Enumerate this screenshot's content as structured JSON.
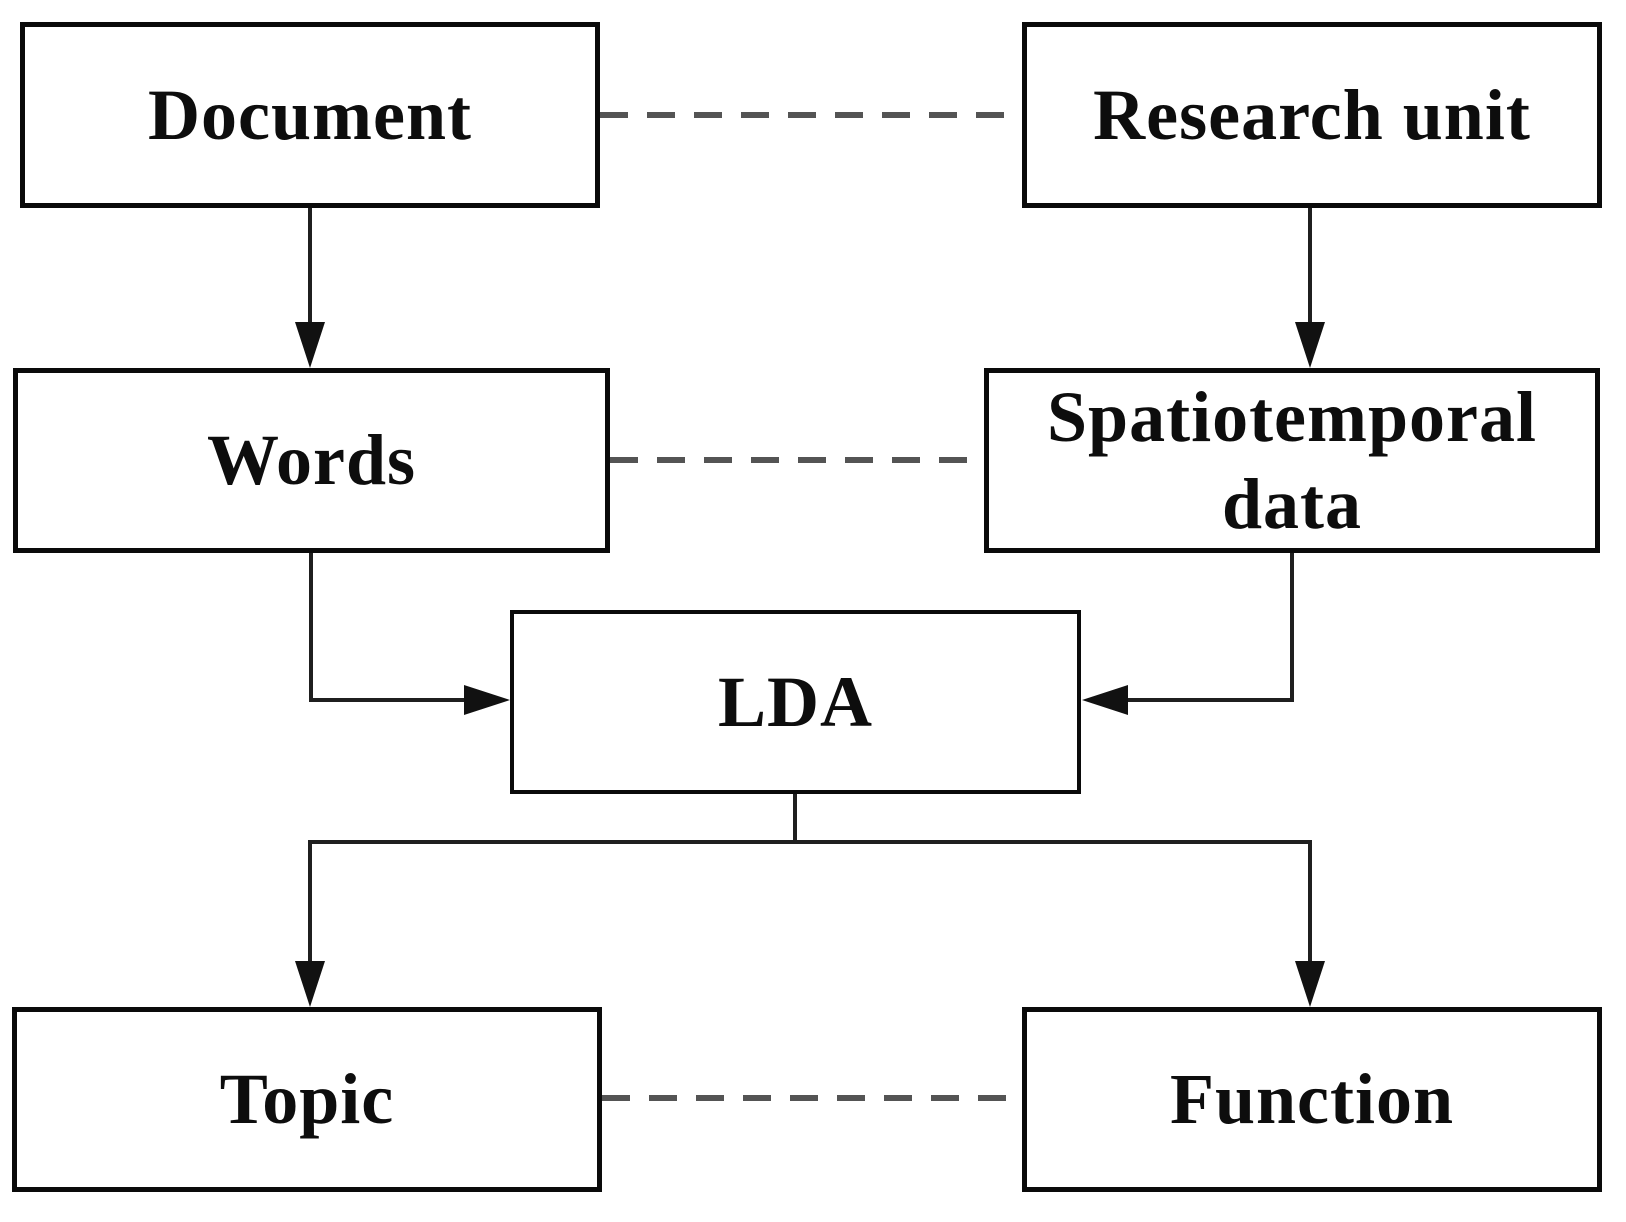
{
  "diagram": {
    "type": "flowchart",
    "nodes": {
      "document": {
        "label": "Document"
      },
      "research_unit": {
        "label": "Research unit"
      },
      "words": {
        "label": "Words"
      },
      "spatiotemporal": {
        "label": "Spatiotemporal data"
      },
      "lda": {
        "label": "LDA"
      },
      "topic": {
        "label": "Topic"
      },
      "function": {
        "label": "Function"
      }
    },
    "edges": [
      {
        "from": "document",
        "to": "words",
        "style": "solid-arrow"
      },
      {
        "from": "research_unit",
        "to": "spatiotemporal",
        "style": "solid-arrow"
      },
      {
        "from": "words",
        "to": "lda",
        "style": "solid-arrow"
      },
      {
        "from": "spatiotemporal",
        "to": "lda",
        "style": "solid-arrow"
      },
      {
        "from": "lda",
        "to": "topic",
        "style": "solid-arrow"
      },
      {
        "from": "lda",
        "to": "function",
        "style": "solid-arrow"
      },
      {
        "from": "document",
        "to": "research_unit",
        "style": "dashed"
      },
      {
        "from": "words",
        "to": "spatiotemporal",
        "style": "dashed"
      },
      {
        "from": "topic",
        "to": "function",
        "style": "dashed"
      }
    ],
    "colors": {
      "background": "#ffffff",
      "node_fill": "#ffffff",
      "node_border": "#0a0a0a",
      "solid_line": "#1f1f1f",
      "dashed_line": "#545454",
      "text": "#0d0d0d"
    }
  }
}
